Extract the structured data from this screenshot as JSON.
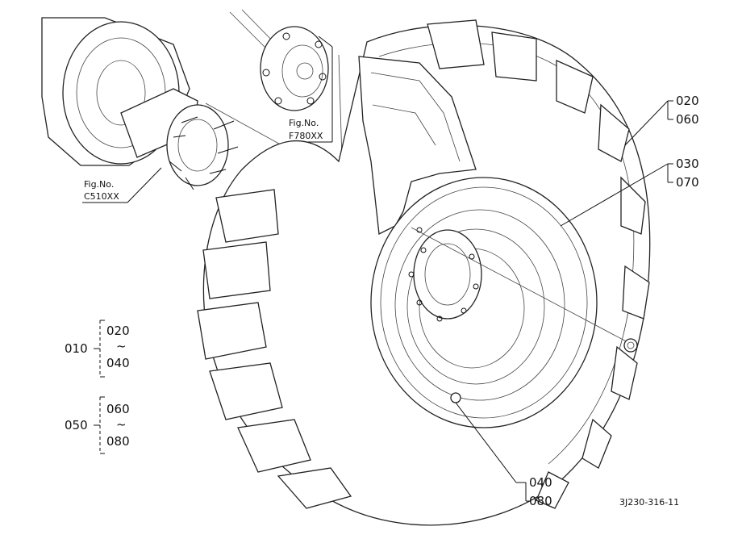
{
  "callouts": {
    "c020": "020",
    "c060": "060",
    "c030": "030",
    "c070": "070",
    "c040": "040",
    "c080": "080"
  },
  "groups": {
    "g010": "010",
    "g010_from": "020",
    "g010_to": "040",
    "g050": "050",
    "g050_from": "060",
    "g050_to": "080",
    "tilde": "~"
  },
  "figure_refs": {
    "fig_a_title": "Fig.No.",
    "fig_a_code": "C510XX",
    "fig_b_title": "Fig.No.",
    "fig_b_code": "F780XX"
  },
  "drawing_id": "3J230-316-11"
}
